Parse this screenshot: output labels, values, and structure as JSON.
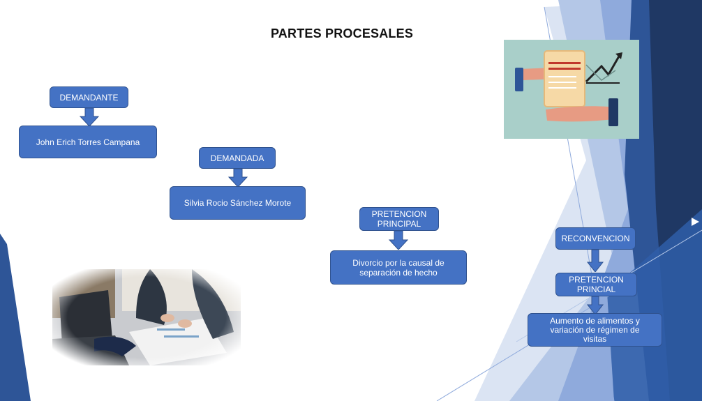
{
  "title": "PARTES PROCESALES",
  "nodes": {
    "demandante_label": "DEMANDANTE",
    "demandante_name": "John Erich Torres Campana",
    "demandada_label": "DEMANDADA",
    "demandada_name": "Silvia Rocio Sánchez Morote",
    "pretension_label": "PRETENCION PRINCIPAL",
    "pretension_value": "Divorcio por la causal de separación de hecho",
    "reconvencion_label": "RECONVENCION",
    "reconv_pretension_label": "PRETENCION PRINCIAL",
    "reconv_pretension_value": "Aumento de alimentos y variación de régimen de visitas"
  },
  "colors": {
    "box_fill": "#4472c4",
    "box_border": "#2f528f",
    "decor_dark": "#1f3864",
    "decor_mid": "#2e5597",
    "decor_light": "#8faadc"
  },
  "images": {
    "top_right": "document-handover-icon",
    "bottom_left": "business-meeting-photo"
  }
}
